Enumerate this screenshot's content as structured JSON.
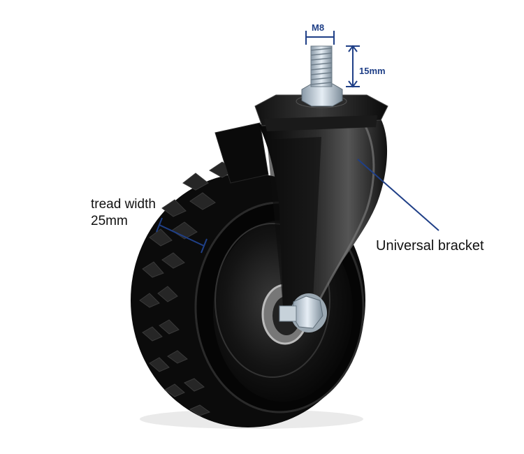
{
  "annotations": {
    "bolt_thread": "M8",
    "bolt_length": "15mm",
    "tread_width_line1": "tread width",
    "tread_width_line2": "25mm",
    "bracket": "Universal bracket"
  },
  "colors": {
    "dimension_lines": "#1f3f87",
    "label_text": "#111111",
    "background": "#ffffff",
    "product_body": "#0c0c0c"
  }
}
